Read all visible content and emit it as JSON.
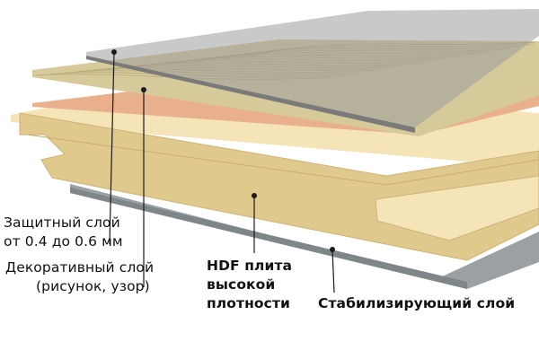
{
  "labels": {
    "protective_layer": [
      "Защитный слой",
      "от 0.4 до 0.6 мм"
    ],
    "decorative_layer": [
      "Декоративный слой",
      "(рисунок, узор)"
    ],
    "hdf_board": [
      "HDF плита",
      "высокой",
      "плотности"
    ],
    "stabilizing_layer": [
      "Стабилизирующий слой"
    ]
  },
  "colors": {
    "overlay_layer": "#9c9c9c",
    "wood_decor": "#d6c99a",
    "wood_grain": "#a89a6a",
    "paper_layer": "#e8b08c",
    "hdf_core": "#f4e4b8",
    "hdf_edge": "#e0c98c",
    "backing_layer": "#9aa0a4",
    "leader_line": "#1a1a1a"
  }
}
